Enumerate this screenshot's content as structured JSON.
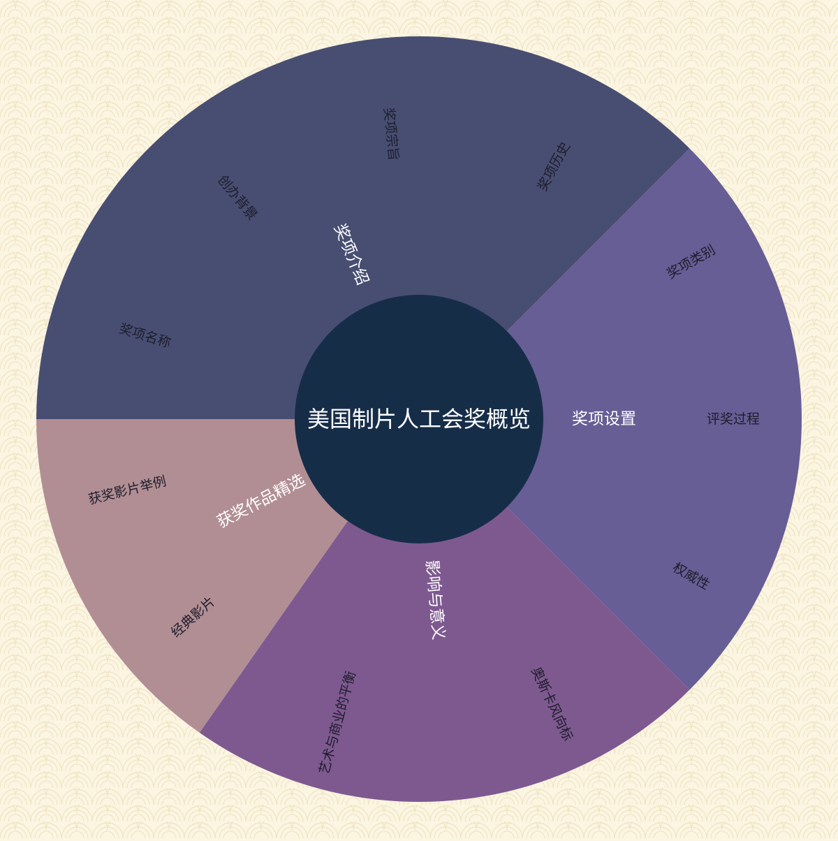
{
  "center": {
    "label": "美国制片人工会奖概览",
    "color": "#162d48"
  },
  "sectors": [
    {
      "label": "奖项介绍",
      "color": "#484e72",
      "children": [
        "奖项名称",
        "创办背景",
        "奖项宗旨",
        "奖项历史"
      ]
    },
    {
      "label": "奖项设置",
      "color": "#665e94",
      "children": [
        "奖项类别",
        "评奖过程",
        "权威性"
      ]
    },
    {
      "label": "影响与意义",
      "color": "#7e5990",
      "children": [
        "奥斯卡风向标",
        "艺术与商业的平衡"
      ]
    },
    {
      "label": "获奖作品精选",
      "color": "#b18e94",
      "children": [
        "经典影片",
        "获奖影片举例"
      ]
    }
  ]
}
